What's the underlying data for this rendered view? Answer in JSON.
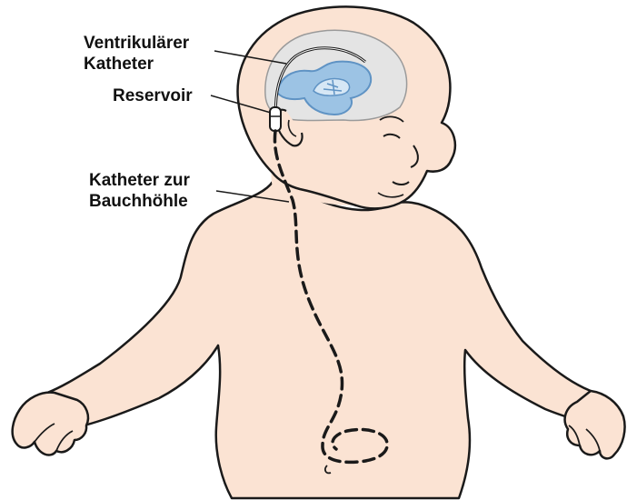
{
  "labels": {
    "ventricular_catheter": [
      "Ventrikulärer",
      "Katheter"
    ],
    "reservoir": "Reservoir",
    "peritoneal_catheter": [
      "Katheter zur",
      "Bauchhöhle"
    ]
  },
  "colors": {
    "skin": "#fbe3d3",
    "outline": "#1a1a1a",
    "brain": "#e4e4e4",
    "ventricle": "#9cc3e4",
    "ventricle_dark": "#5f93c4"
  }
}
